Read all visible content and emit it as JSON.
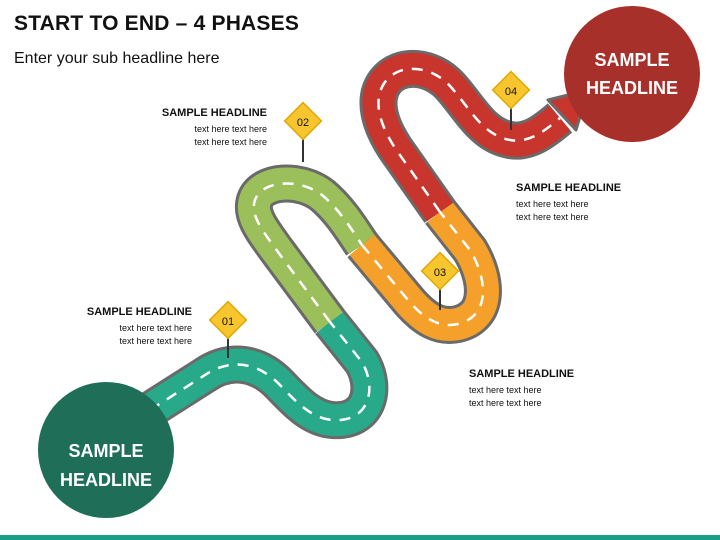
{
  "title": "START TO END – 4 PHASES",
  "subtitle": "Enter your sub headline here",
  "start_circle": {
    "line1": "SAMPLE",
    "line2": "HEADLINE",
    "color": "#1f6e58"
  },
  "end_circle": {
    "line1": "SAMPLE",
    "line2": "HEADLINE",
    "color": "#a8302b"
  },
  "phases": [
    {
      "number": "01",
      "color": "#27a98a",
      "heading": "SAMPLE HEADLINE",
      "line1": "text  here text  here",
      "line2": "text  here text  here"
    },
    {
      "number": "02",
      "color": "#9bbf5a",
      "heading": "SAMPLE HEADLINE",
      "line1": "text  here text  here",
      "line2": "text  here text  here"
    },
    {
      "number": "03",
      "color": "#f5a02a",
      "heading": "SAMPLE HEADLINE",
      "line1": "text  here text  here",
      "line2": "text  here text  here"
    },
    {
      "number": "04",
      "color": "#c8352c",
      "heading": "SAMPLE HEADLINE",
      "line1": "text  here text  here",
      "line2": "text  here text  here"
    }
  ],
  "colors": {
    "road_border": "#6a6a6a",
    "sign_fill": "#f7c62f",
    "sign_border": "#e0a800",
    "footer": "#1a9e86"
  }
}
